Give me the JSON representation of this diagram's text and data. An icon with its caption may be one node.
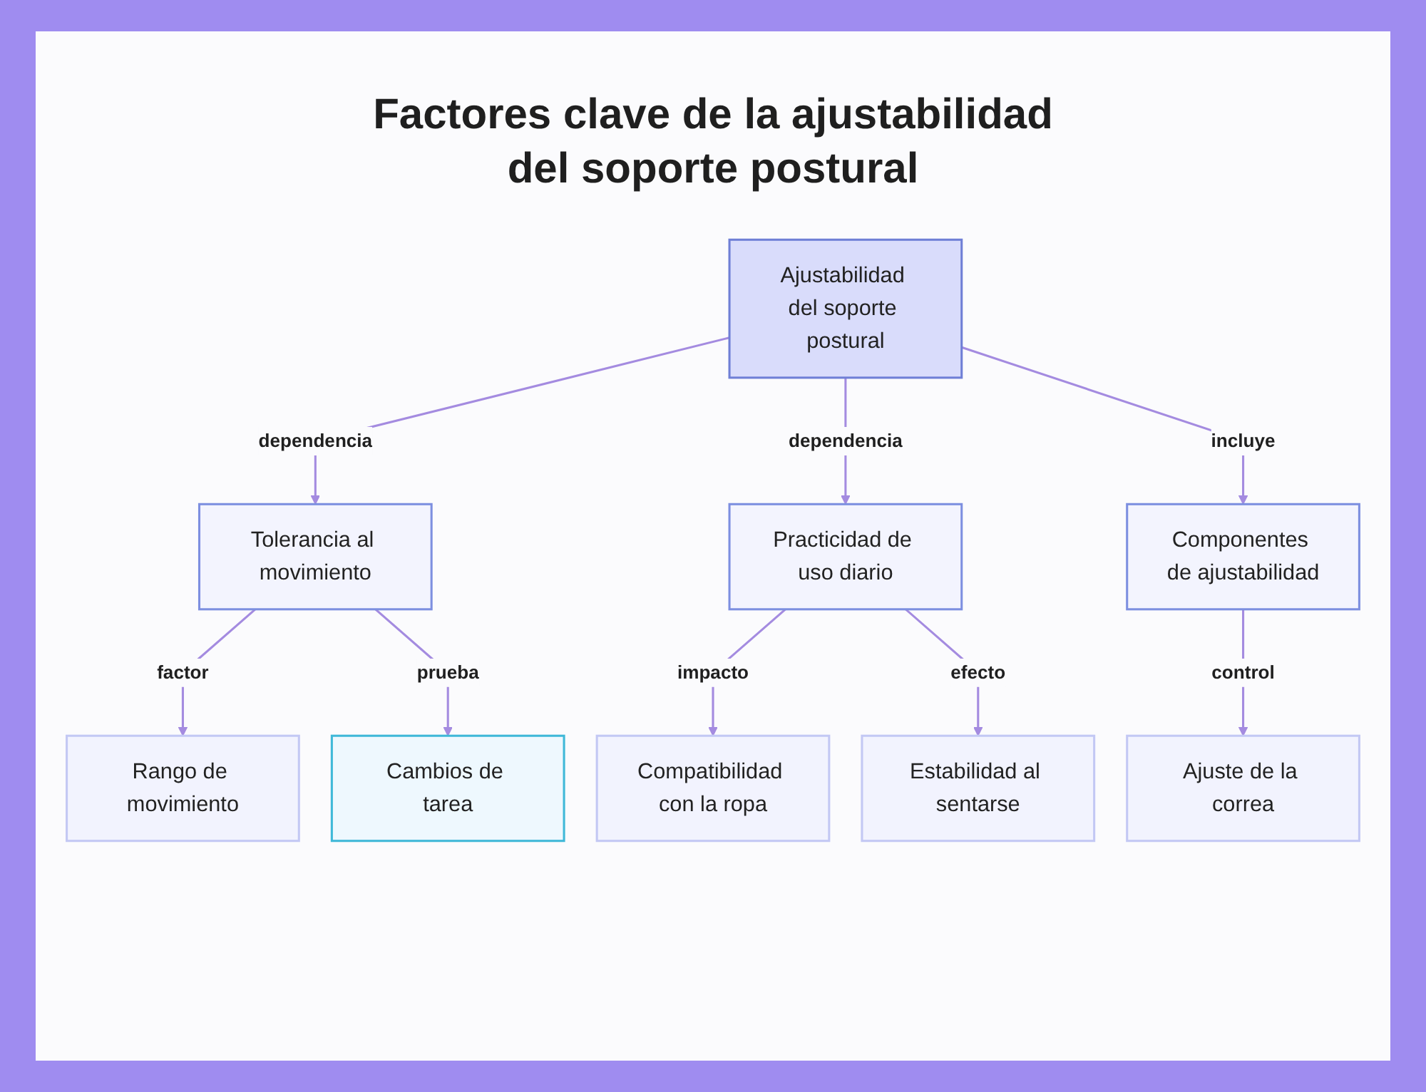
{
  "diagram": {
    "title": "Factores clave de la ajustabilidad del soporte postural",
    "nodes": [
      {
        "text": [
          "Ajustabilidad del soporte postural"
        ]
      },
      {
        "text": [
          "Tolerancia al movimiento"
        ]
      },
      {
        "text": [
          "Practicidad de uso diario"
        ]
      },
      {
        "text": [
          "Componentes de ajustabilidad"
        ]
      },
      {
        "text": [
          "Rango de movimiento"
        ]
      },
      {
        "text": [
          "Cambios de tarea"
        ]
      },
      {
        "text": [
          "Compatibilidad con la ropa"
        ]
      },
      {
        "text": [
          "Estabilidad al sentarse"
        ]
      },
      {
        "text": [
          "Ajuste de la correa"
        ]
      }
    ],
    "edges": [
      {
        "from": 0,
        "to": 1,
        "arrow": "to",
        "label": "dependencia"
      },
      {
        "from": 0,
        "to": 2,
        "arrow": "to",
        "label": "dependencia"
      },
      {
        "from": 0,
        "to": 3,
        "arrow": "to",
        "label": "incluye"
      },
      {
        "from": 1,
        "to": 4,
        "arrow": "to",
        "label": "factor"
      },
      {
        "from": 1,
        "to": 5,
        "arrow": "to",
        "label": "prueba"
      },
      {
        "from": 2,
        "to": 6,
        "arrow": "to",
        "label": "impacto"
      },
      {
        "from": 2,
        "to": 7,
        "arrow": "to",
        "label": "efecto"
      },
      {
        "from": 3,
        "to": 8,
        "arrow": "to",
        "label": "control"
      }
    ]
  }
}
